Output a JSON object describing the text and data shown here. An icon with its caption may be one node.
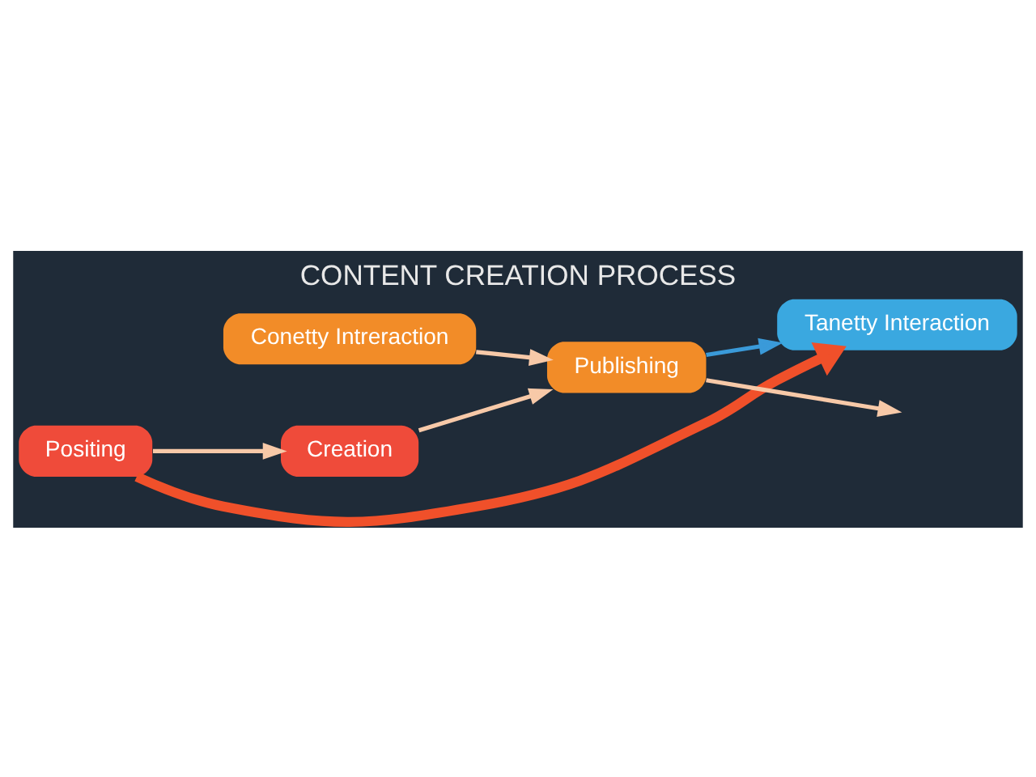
{
  "diagram": {
    "title": "CONTENT CREATION PROCESS",
    "nodes": [
      {
        "text": [
          "Conetty Intreraction"
        ]
      },
      {
        "text": [
          "Positing"
        ]
      },
      {
        "text": [
          "Creation"
        ]
      },
      {
        "text": [
          "Publishing"
        ]
      },
      {
        "text": [
          "Tanetty Interaction"
        ]
      }
    ],
    "edges": [
      {
        "from": 1,
        "to": 2,
        "arrow": "to"
      },
      {
        "from": 2,
        "to": 3,
        "arrow": "to"
      },
      {
        "from": 0,
        "to": 3,
        "arrow": "to"
      },
      {
        "from": 3,
        "to": 4,
        "arrow": "to",
        "color": "#3a9ad9"
      },
      {
        "from": 3,
        "to": null,
        "arrow": "to"
      },
      {
        "from": 1,
        "to": 4,
        "arrow": "to",
        "style": "thick",
        "color": "#f0502a"
      }
    ]
  }
}
